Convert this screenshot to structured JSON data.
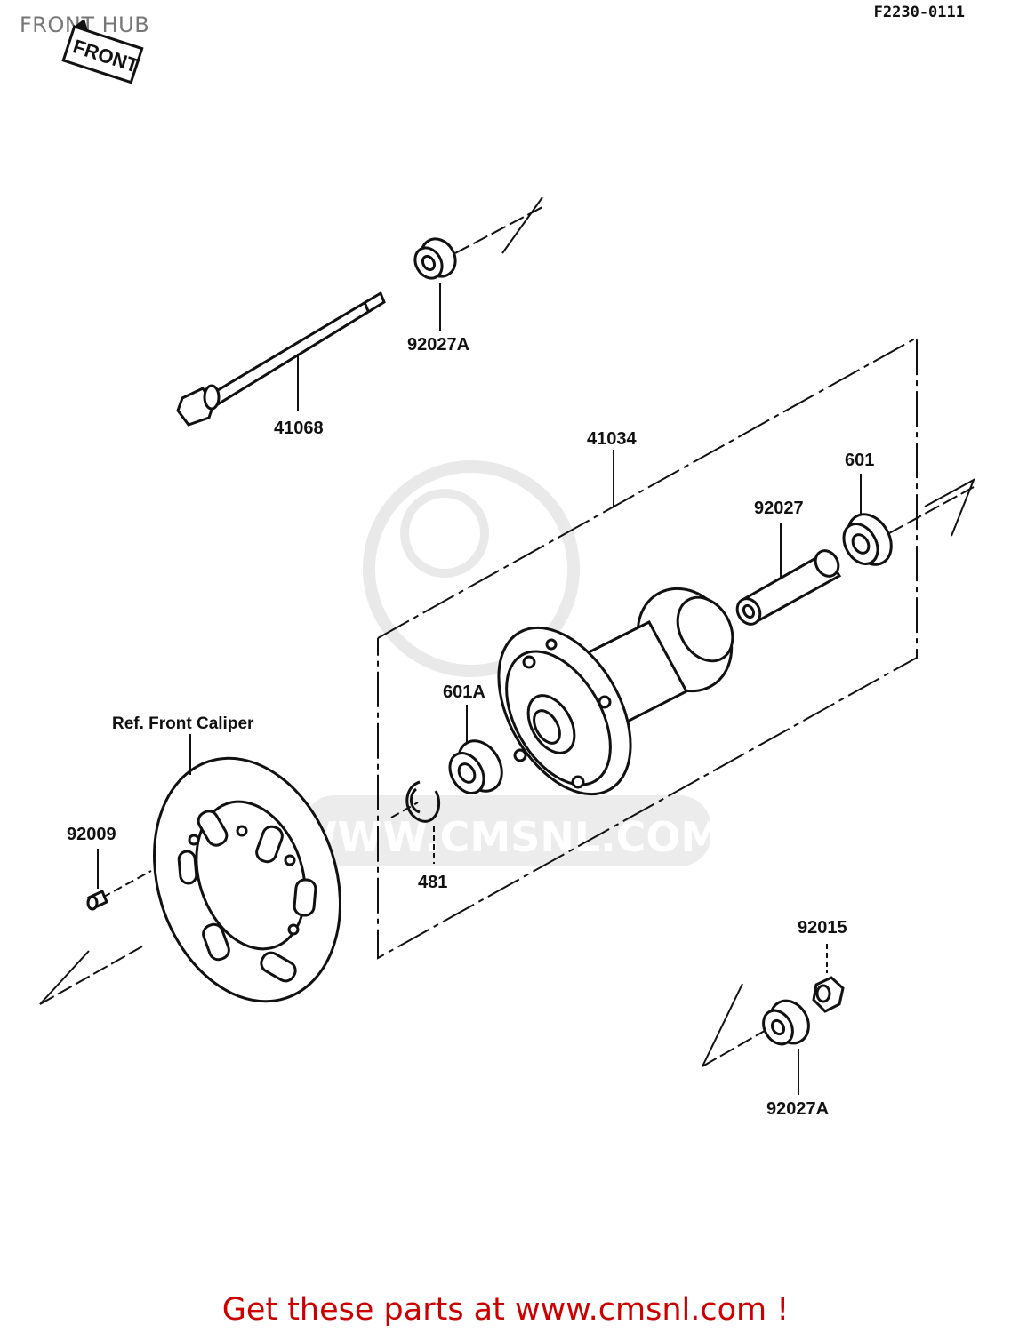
{
  "header": {
    "title": "FRONT HUB",
    "diagram_code": "F2230-0111"
  },
  "front_badge": "FRONT",
  "watermark": "WWW.CMSNL.COM",
  "parts": {
    "p92027A_top": "92027A",
    "p41068": "41068",
    "p41034": "41034",
    "p601": "601",
    "p92027": "92027",
    "p601A": "601A",
    "p481": "481",
    "p92009": "92009",
    "ref_front_caliper": "Ref. Front Caliper",
    "p92015": "92015",
    "p92027A_bottom": "92027A"
  },
  "footer": {
    "link_text": "Get these parts at www.cmsnl.com !"
  }
}
